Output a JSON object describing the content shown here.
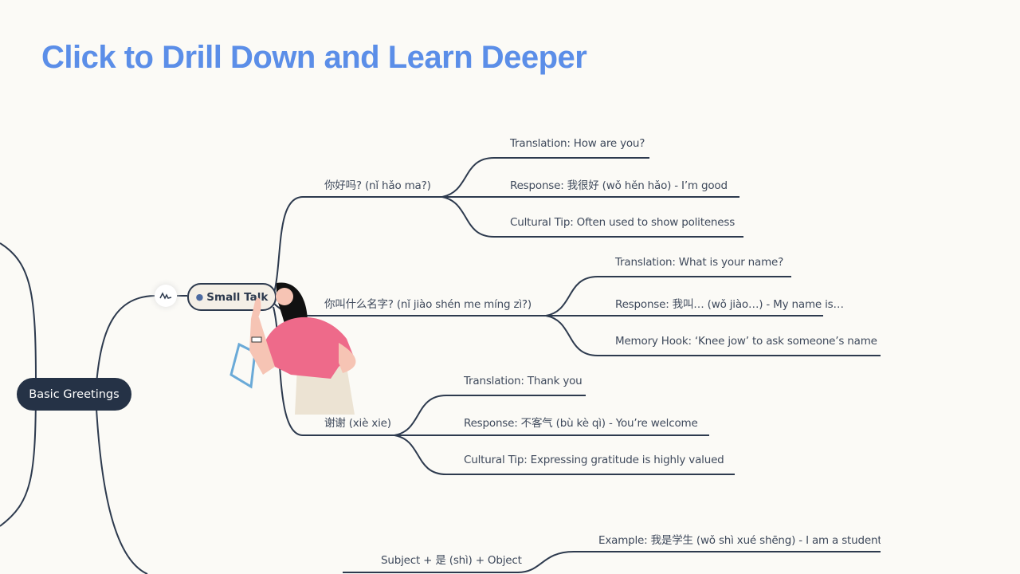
{
  "title": "Click to Drill Down and Learn Deeper",
  "root": {
    "label": "Basic Greetings"
  },
  "small_talk": {
    "label": "Small Talk",
    "icon": "speaking-head-icon",
    "branches": [
      {
        "label": "你好吗? (nǐ hǎo ma?)",
        "leaves": [
          "Translation: How are you?",
          "Response: 我很好 (wǒ hěn hǎo) - I’m good",
          "Cultural Tip: Often used to show politeness"
        ]
      },
      {
        "label": "你叫什么名字? (nǐ jiào shén me míng zì?)",
        "leaves": [
          "Translation: What is your name?",
          "Response: 我叫… (wǒ jiào…) - My name is…",
          "Memory Hook: ‘Knee jow’ to ask someone’s name"
        ]
      },
      {
        "label": "谢谢 (xiè xie)",
        "leaves": [
          "Translation: Thank you",
          "Response: 不客气 (bù kè qì) - You’re welcome",
          "Cultural Tip: Expressing gratitude is highly valued"
        ]
      }
    ]
  },
  "grammar": {
    "label": "Subject + 是 (shì) + Object",
    "leaves": [
      "Example: 我是学生 (wǒ shì xué shēng) - I am a student"
    ]
  },
  "colors": {
    "title": "#5b8ee8",
    "line": "#2d3a4e",
    "root_bg": "#253246"
  }
}
